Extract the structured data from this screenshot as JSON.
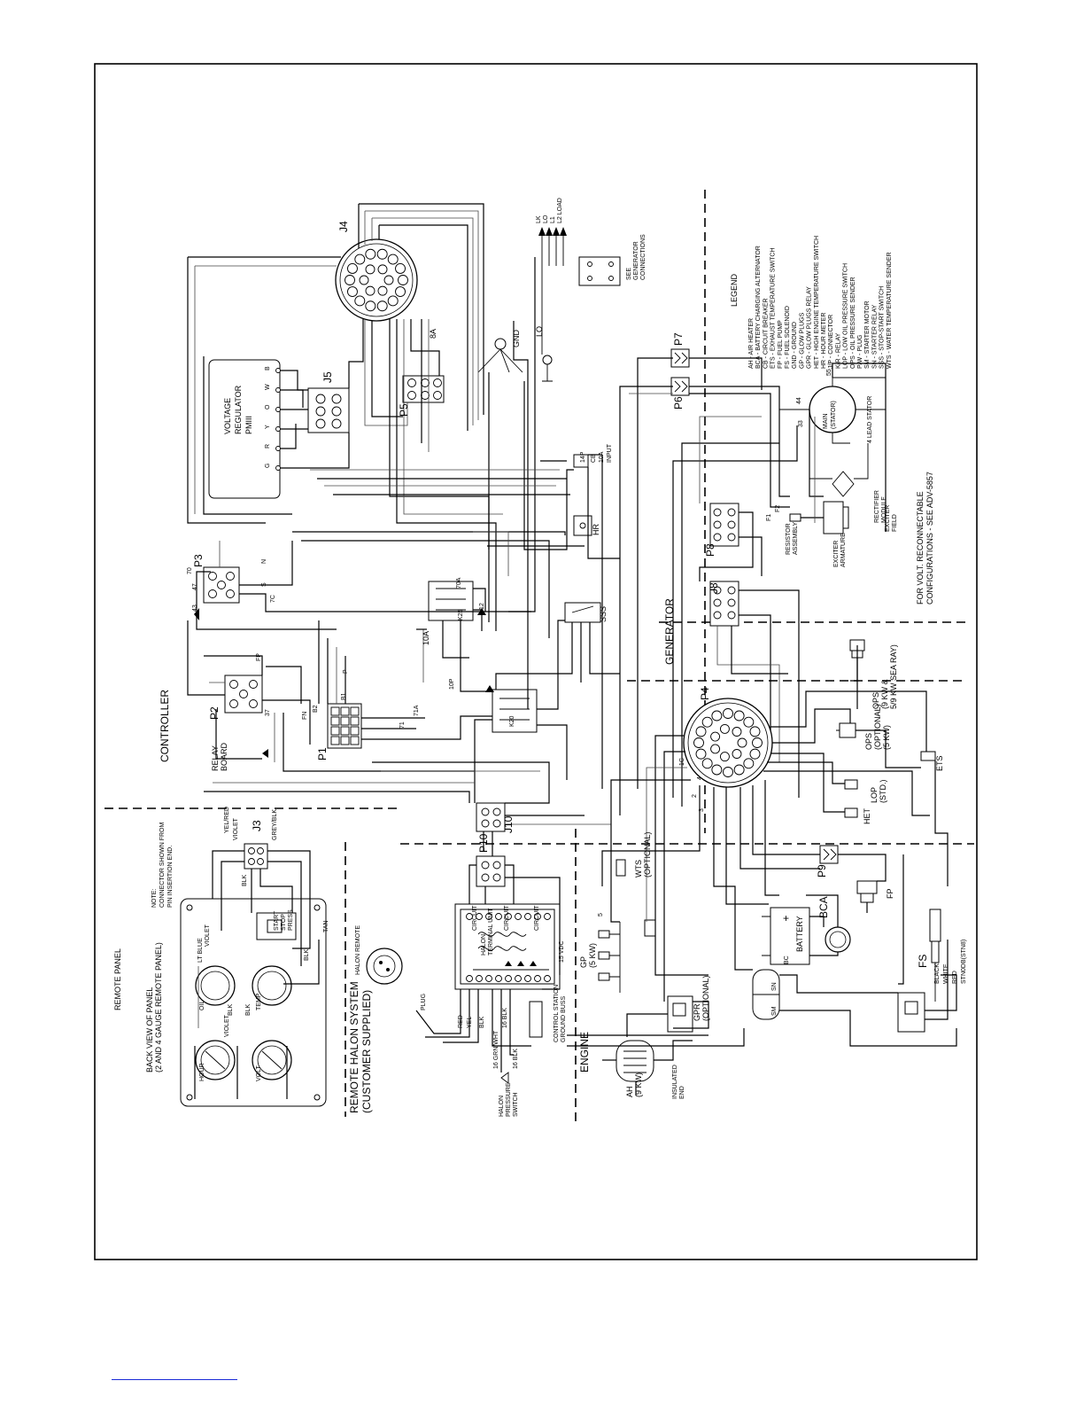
{
  "sections": {
    "controller": "CONTROLLER",
    "generator": "GENERATOR",
    "engine": "ENGINE",
    "remote_panel": "REMOTE PANEL",
    "halon_line1": "REMOTE HALON SYSTEM",
    "halon_line2": "(CUSTOMER SUPPLIED)"
  },
  "connectors": [
    "J4",
    "J5",
    "P5",
    "P3",
    "P2",
    "P1",
    "J10",
    "P10",
    "J3",
    "P4",
    "P6",
    "P7",
    "P8",
    "J8",
    "P9"
  ],
  "components": {
    "voltage_regulator": [
      "VOLTAGE",
      "REGULATOR",
      "PMIII"
    ],
    "vr_leads": [
      "B",
      "W",
      "O",
      "Y",
      "R",
      "G"
    ],
    "relay_board": [
      "RELAY",
      "BOARD"
    ],
    "k25": "K25",
    "k20": "K20",
    "sss": "SSS",
    "hr": "HR",
    "cb": [
      "CB",
      "10A",
      "INPUT"
    ],
    "fuse_8a": "8A",
    "fuse_10a": "10A",
    "gnd": "GND",
    "lo": "LO",
    "load_leads": [
      "LK",
      "LO",
      "L1",
      "L2 LOAD"
    ],
    "see_gen": [
      "SEE",
      "GENERATOR",
      "CONNECTIONS"
    ],
    "main_stator": [
      "MAIN",
      "(STATOR)"
    ],
    "stator_leads": "4 LEAD STATOR",
    "rectifier": [
      "RECTIFIER",
      "MODULE"
    ],
    "exciter_field": [
      "EXCITER",
      "FIELD"
    ],
    "exciter_armature": [
      "EXCITER",
      "ARMATURE"
    ],
    "resistor": [
      "RESISTOR",
      "ASSEMBLY"
    ],
    "battery": "BATTERY",
    "bca": "BCA",
    "fp": "FP",
    "fs": "FS",
    "ops1": [
      "OPS",
      "(9 KW &",
      "5/9 KW SEA RAY)"
    ],
    "ops2": [
      "OPS",
      "(OPTIONAL)",
      "(5 KW)"
    ],
    "lop": [
      "LOP",
      "(STD.)"
    ],
    "het": "HET",
    "ets": "ETS",
    "wts": [
      "WTS",
      "(OPTIONAL)"
    ],
    "gp": [
      "GP",
      "(5 KW)"
    ],
    "gpr": [
      "GPR",
      "(OPTIONAL)"
    ],
    "ah": [
      "AH",
      "(9 KW)"
    ],
    "insulated_end": [
      "INSULATED",
      "END"
    ],
    "sn": "SN",
    "sm": "SM",
    "halon_remote": "HALON REMOTE",
    "plug": "PLUG",
    "halon_terminal": [
      "HALON",
      "TERMINAL UNIT"
    ],
    "circuits": [
      "CIRCUIT",
      "CIRCUIT",
      "CIRCUIT"
    ],
    "vdc": "15 VDC",
    "control_station": [
      "CONTROL STATION",
      "GROUND BUSS"
    ],
    "halon_pressure": [
      "HALON",
      "PRESSURE",
      "SWITCH"
    ],
    "halon_wires": [
      "RED",
      "YEL",
      "BLK",
      "16 BLK",
      "16 GRN/WHT",
      "16 BLK"
    ],
    "back_view": [
      "BACK VIEW OF PANEL",
      "(2 AND 4 GAUGE REMOTE PANEL)"
    ],
    "note": [
      "NOTE:",
      "CONNECTOR SHOWN FROM",
      "PIN INSERTION END."
    ],
    "meters": [
      "OIL",
      "TEMP",
      "HOUR",
      "VOLT"
    ],
    "start_stop": [
      "START",
      "STOP",
      "PRESS"
    ],
    "panel_wires": [
      "LT BLUE",
      "VIOLET",
      "VIOLET",
      "BLK",
      "BLK",
      "BLK",
      "TAN",
      "YEL/RED",
      "VIOLET",
      "GREY/BLK",
      "BLK"
    ],
    "fs_wires": [
      "BLACK",
      "WHITE",
      "RED",
      "STN0DB(STN8)"
    ],
    "volt_reconnect": [
      "FOR VOLT. RECONNECTABLE",
      "CONFIGURATIONS - SEE ADV-5857"
    ]
  },
  "wire_numbers": [
    "70",
    "47",
    "43",
    "N",
    "S",
    "7C",
    "37",
    "FN",
    "B2",
    "B1",
    "P",
    "FP",
    "71",
    "71A",
    "10P",
    "14P",
    "12",
    "70A",
    "5",
    "33",
    "44",
    "55",
    "F1",
    "F2",
    "1C",
    "4",
    "2",
    "3",
    "BC"
  ],
  "legend": {
    "title": "LEGEND",
    "items": [
      "AH - AIR HEATER",
      "BCA - BATTERY CHARGING ALTERNATOR",
      "CB - CIRCUIT BREAKER",
      "ETS - EXHAUST TEMPERATURE SWITCH",
      "FP - FUEL PUMP",
      "FS - FUEL SOLENOID",
      "GND - GROUND",
      "GP - GLOW PLUGS",
      "GPR - GLOW PLUGS RELAY",
      "HET - HIGH ENGINE TEMPERATURE SWITCH",
      "HR - HOUR METER",
      "J/P - CONNECTOR",
      "K/R - RELAY",
      "LOP - LOW OIL PRESSURE SWITCH",
      "OPS - OIL PRESSURE SENDER",
      "P/W - PLUG",
      "SM - STARTER MOTOR",
      "SN - STARTER RELAY",
      "SSS - STOP-START SWITCH",
      "WTS - WATER TEMPERATURE SENDER"
    ]
  }
}
